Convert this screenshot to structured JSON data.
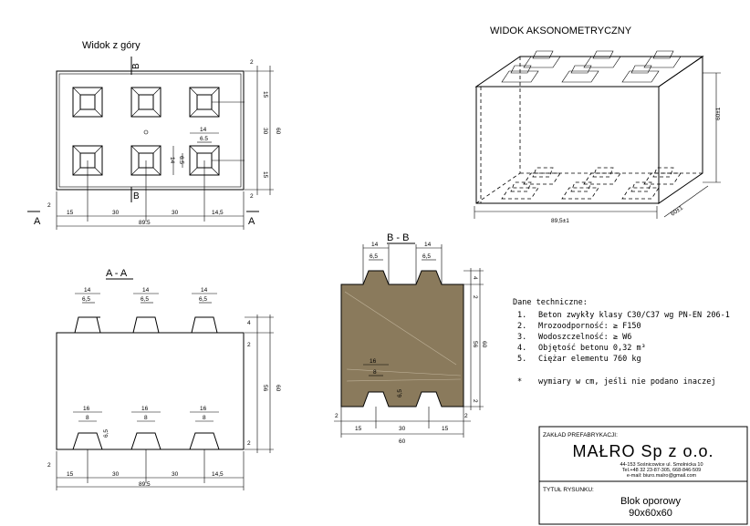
{
  "views": {
    "top_title": "Widok z góry",
    "axo_title": "WIDOK AKSONOMETRYCZNY",
    "aa_title": "A - A",
    "bb_title": "B - B"
  },
  "section_marks": {
    "a": "A",
    "b": "B"
  },
  "dimensions": {
    "n15": "15",
    "n30": "30",
    "n14_5": "14,5",
    "n89_5": "89.5",
    "n2": "2",
    "n60": "60",
    "n14": "14",
    "n6_5": "6.5",
    "n6_5c": "6,5",
    "n16": "16",
    "n8": "8",
    "n56": "56",
    "n4": "4",
    "axo_len": "89,5±1",
    "axo_w": "60±1",
    "axo_h": "60±1"
  },
  "tech": {
    "heading": "Dane techniczne:",
    "items": [
      {
        "num": "1.",
        "text": "Beton zwykły klasy C30/C37 wg PN-EN 206-1"
      },
      {
        "num": "2.",
        "text": "Mrozoodporność: ≥ F150"
      },
      {
        "num": "3.",
        "text": "Wodoszczelność: ≥ W6"
      },
      {
        "num": "4.",
        "text": "Objętość betonu 0,32 m³"
      },
      {
        "num": "5.",
        "text": "Ciężar elementu 760 kg"
      }
    ],
    "note_mark": "*",
    "note": "wymiary w cm, jeśli nie podano inaczej"
  },
  "title_block": {
    "plant_label": "ZAKŁAD PREFABRYKACJI:",
    "company": "MAŁRO Sp z o.o.",
    "address": "44-153 Sośnicowice ul. Smolnicka 10",
    "phone": "Tel.+48 32 23-87-305, 668-846-509",
    "email": "e-mail: biuro.malro@gmail.com",
    "title_label": "TYTUŁ RYSUNKU:",
    "title_line1": "Blok oporowy",
    "title_line2": "90x60x60"
  },
  "colors": {
    "concrete": "#8a7a5c",
    "line": "#000000"
  }
}
